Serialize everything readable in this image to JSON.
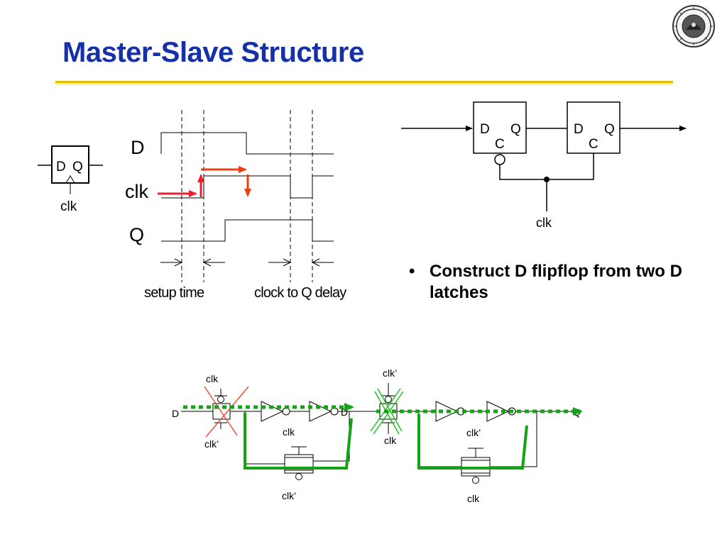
{
  "slide": {
    "title": "Master-Slave Structure",
    "bullet": "Construct D flipflop from two D latches"
  },
  "symbol": {
    "d_label": "D",
    "q_label": "Q",
    "clk_label": "clk"
  },
  "timing": {
    "signals": [
      "D",
      "clk",
      "Q"
    ],
    "setup_label": "setup time",
    "delay_label": "clock to Q delay"
  },
  "master_slave": {
    "latch1": {
      "d": "D",
      "q": "Q",
      "c": "C"
    },
    "latch2": {
      "d": "D",
      "q": "Q",
      "c": "C"
    },
    "clk_label": "clk"
  },
  "transistor_circuit": {
    "input_label": "D",
    "output_label": "Q",
    "tg1_top": "clk",
    "tg1_bottom": "clk’",
    "tg2_top": "clk",
    "tg2_bottom": "clk’",
    "tg3_top": "clk’",
    "tg3_bottom": "clk",
    "tg4_top": "clk’",
    "tg4_bottom": "clk",
    "mid_label": "D"
  },
  "colors": {
    "title": "#1530a8",
    "rule": "#e6b800",
    "red_arrow": "#e8202f",
    "orange_arrow": "#e84010",
    "green_path": "#12a512",
    "red_cross": "#e8503a",
    "green_cross": "#20c020"
  }
}
